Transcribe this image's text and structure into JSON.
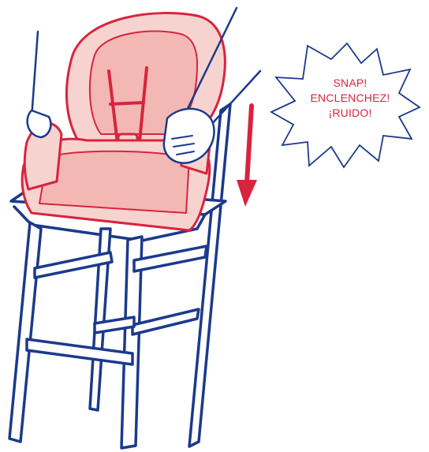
{
  "callout": {
    "lines": [
      "SNAP!",
      "ENCLENCHEZ!",
      "¡RUIDO!"
    ]
  },
  "colors": {
    "outline": "#1b3a8c",
    "accent": "#d8243e",
    "seat_fill": "#f7d3cf",
    "background": "#ffffff"
  },
  "icons": [
    "down-arrow-icon",
    "starburst-icon",
    "hand-icon"
  ]
}
